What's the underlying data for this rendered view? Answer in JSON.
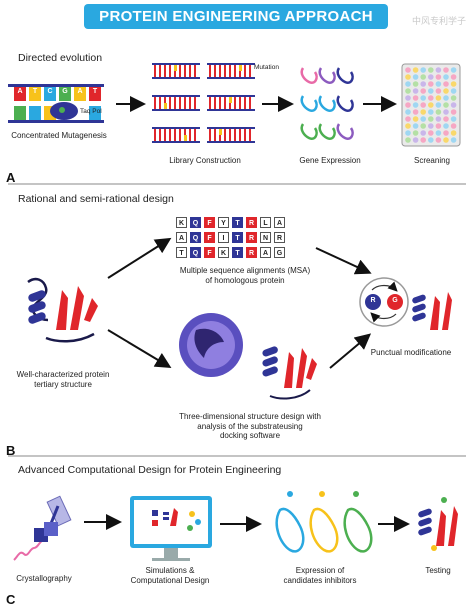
{
  "header": {
    "title": "PROTEIN ENGINEERING APPROACH",
    "watermark": "中风专利学子"
  },
  "section_a": {
    "letter": "A",
    "title": "Directed evolution",
    "dna_letters": [
      "A",
      "T",
      "C",
      "G",
      "A",
      "T"
    ],
    "taq_label": "Taq Pol",
    "mutagenesis_caption": "Concentrated Mutagenesis",
    "mutation_label": "Mutation",
    "library_caption": "Library Construction",
    "expression_caption": "Gene Expression",
    "screening_caption": "Screaning"
  },
  "section_b": {
    "letter": "B",
    "title": "Rational and semi-rational design",
    "msa_rows": [
      [
        "K",
        "Q",
        "F",
        "Y",
        "T",
        "R",
        "L",
        "A"
      ],
      [
        "A",
        "Q",
        "F",
        "I",
        "T",
        "R",
        "N",
        "R"
      ],
      [
        "T",
        "Q",
        "F",
        "K",
        "T",
        "R",
        "A",
        "G"
      ]
    ],
    "msa_colors": [
      [
        "w",
        "b",
        "r",
        "w",
        "b",
        "r",
        "w",
        "w"
      ],
      [
        "w",
        "b",
        "r",
        "w",
        "b",
        "r",
        "w",
        "w"
      ],
      [
        "w",
        "b",
        "r",
        "w",
        "b",
        "r",
        "w",
        "w"
      ]
    ],
    "msa_caption_1": "Multiple sequence alignments (MSA)",
    "msa_caption_2": "of homologous protein",
    "structure_caption_1": "Well-characterized protein",
    "structure_caption_2": "tertiary structure",
    "design_caption_1": "Three-dimensional structure design with",
    "design_caption_2": "analysis of the substrateusing",
    "design_caption_3": "docking software",
    "punctual_caption": "Punctual modificatione",
    "r_label": "R",
    "g_label": "G"
  },
  "section_c": {
    "letter": "C",
    "title": "Advanced Computational Design for Protein Engineering",
    "crystallography_caption": "Crystallography",
    "simulation_caption_1": "Simulations &",
    "simulation_caption_2": "Computational Design",
    "expression_caption_1": "Expression of",
    "expression_caption_2": "candidates inhibitors",
    "testing_caption": "Testing"
  },
  "colors": {
    "title_blue": "#2aa8e0",
    "protein_blue": "#2f3596",
    "protein_red": "#e0262b",
    "yellow": "#f7c21b"
  }
}
